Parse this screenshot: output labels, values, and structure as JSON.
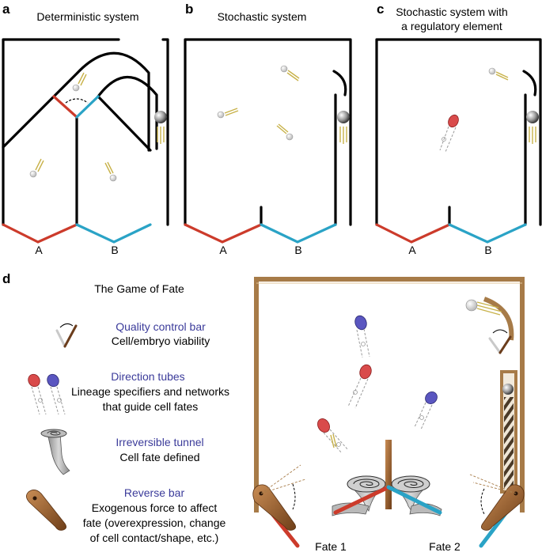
{
  "panels": {
    "a": {
      "letter": "a",
      "title": "Deterministic system",
      "gate_left": "A",
      "gate_right": "B"
    },
    "b": {
      "letter": "b",
      "title": "Stochastic system",
      "gate_left": "A",
      "gate_right": "B"
    },
    "c": {
      "letter": "c",
      "title_line1": "Stochastic system with",
      "title_line2": "a regulatory element",
      "gate_left": "A",
      "gate_right": "B"
    },
    "d": {
      "letter": "d",
      "title": "The Game of Fate",
      "legend": [
        {
          "icon": "quality-control-bar-icon",
          "heading": "Quality control bar",
          "lines": [
            "Cell/embryo viability"
          ]
        },
        {
          "icon": "direction-tubes-icon",
          "heading": "Direction tubes",
          "lines": [
            "Lineage specifiers and networks",
            "that guide cell fates"
          ]
        },
        {
          "icon": "irreversible-tunnel-icon",
          "heading": "Irreversible tunnel",
          "lines": [
            "Cell fate defined"
          ]
        },
        {
          "icon": "reverse-bar-icon",
          "heading": "Reverse bar",
          "lines": [
            "Exogenous force to affect",
            "fate (overexpression, change",
            "of cell contact/shape, etc.)"
          ]
        }
      ],
      "fate_left": "Fate 1",
      "fate_right": "Fate 2"
    }
  },
  "colors": {
    "fate_a": "#cc3b2b",
    "fate_b": "#2aa3c6",
    "legend_heading": "#3b3b9a",
    "frame": "#a77b48"
  }
}
